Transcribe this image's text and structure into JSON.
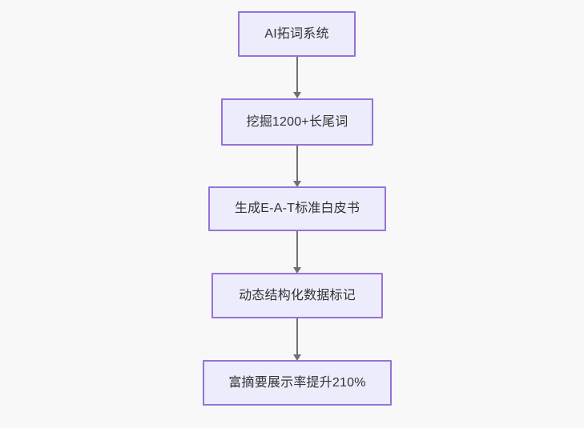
{
  "diagram": {
    "type": "flowchart",
    "orientation": "top-to-bottom",
    "background_color": "#f8f8f8",
    "node_fill_color": "#ececfd",
    "node_border_color": "#9673d8",
    "edge_color": "#707070",
    "text_color": "#333333",
    "nodes": [
      {
        "id": "n1",
        "label": "AI拓词系统"
      },
      {
        "id": "n2",
        "label": "挖掘1200+长尾词"
      },
      {
        "id": "n3",
        "label": "生成E-A-T标准白皮书"
      },
      {
        "id": "n4",
        "label": "动态结构化数据标记"
      },
      {
        "id": "n5",
        "label": "富摘要展示率提升210%"
      }
    ],
    "edges": [
      {
        "from": "n1",
        "to": "n2"
      },
      {
        "from": "n2",
        "to": "n3"
      },
      {
        "from": "n3",
        "to": "n4"
      },
      {
        "from": "n4",
        "to": "n5"
      }
    ]
  }
}
